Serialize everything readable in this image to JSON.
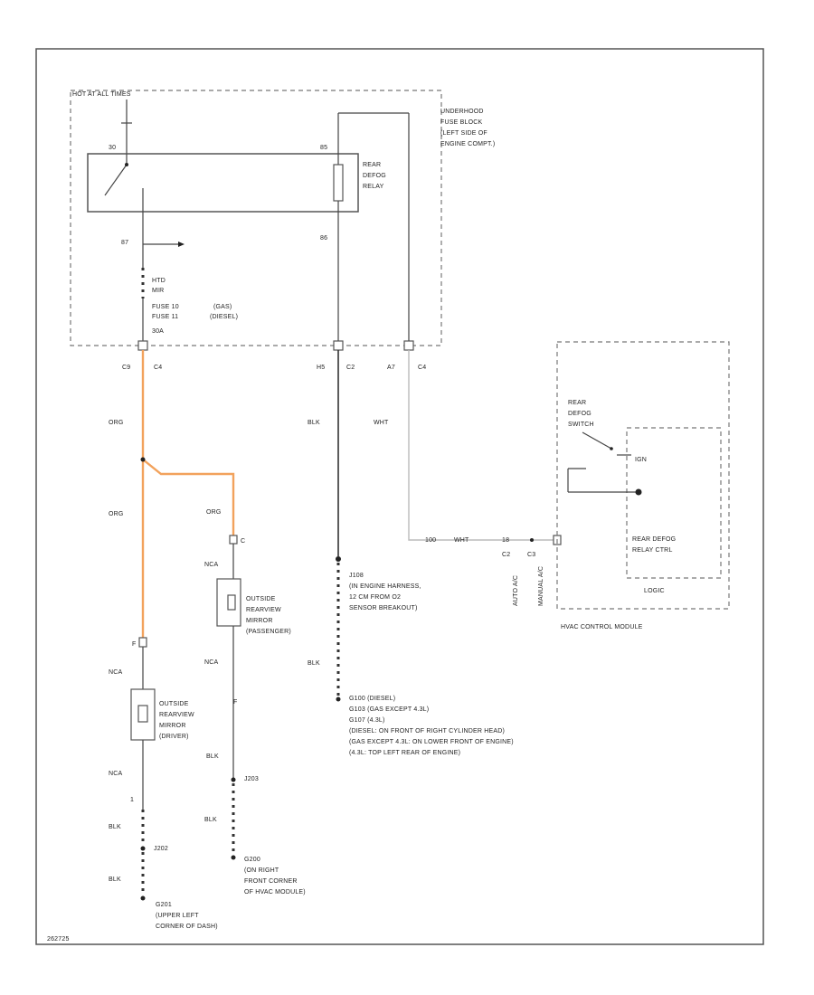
{
  "labels": {
    "hot_at_all_times": "HOT AT ALL TIMES",
    "fuse_block": [
      "UNDERHOOD",
      "FUSE BLOCK",
      "(LEFT SIDE OF",
      "ENGINE COMPT.)"
    ],
    "pin_30": "30",
    "pin_85": "85",
    "pin_87": "87",
    "pin_86": "86",
    "relay_name": [
      "REAR",
      "DEFOG",
      "RELAY"
    ],
    "fuse_lines": [
      "HTD",
      "MIR",
      "FUSE 10",
      "FUSE 11",
      "30A"
    ],
    "fuse_gas": "(GAS)",
    "fuse_diesel": "(DIESEL)",
    "conn_c4": [
      "C9",
      "C4"
    ],
    "conn_c2": [
      "H5",
      "C2"
    ],
    "conn_c4b": [
      "A7",
      "C4"
    ],
    "org_1": "ORG",
    "org_2": "ORG",
    "org_3": "ORG",
    "blk_1": "BLK",
    "wht_1": "WHT",
    "wht_row": [
      "100",
      "WHT",
      "18",
      "C2",
      "C3"
    ],
    "switch_name": [
      "REAR",
      "DEFOG",
      "SWITCH"
    ],
    "ign": "IGN",
    "relay_ctrl": [
      "REAR DEFOG",
      "RELAY CTRL"
    ],
    "logic": "LOGIC",
    "hvac_module": "HVAC CONTROL MODULE",
    "auto_ac": "AUTO A/C",
    "manual_ac": "MANUAL A/C",
    "j108": [
      "J108",
      "(IN ENGINE HARNESS,",
      "12 CM FROM O2",
      "SENSOR BREAKOUT)"
    ],
    "blk_2": "BLK",
    "ground_g100": [
      "G100 (DIESEL)",
      "G103 (GAS EXCEPT 4.3L)",
      "G107 (4.3L)",
      "(DIESEL: ON FRONT OF RIGHT CYLINDER HEAD)",
      "(GAS EXCEPT 4.3L: ON LOWER FRONT OF ENGINE)",
      "(4.3L: TOP LEFT REAR OF ENGINE)"
    ],
    "pass_pin_top": "C",
    "nca_1": "NCA",
    "mirror_pass": [
      "OUTSIDE",
      "REARVIEW",
      "MIRROR",
      "(PASSENGER)"
    ],
    "nca_2": "NCA",
    "pass_pin_bot": "F",
    "blk_3": "BLK",
    "j203": "J203",
    "blk_4": "BLK",
    "g200": [
      "G200",
      "(ON RIGHT",
      "FRONT CORNER",
      "OF HVAC MODULE)"
    ],
    "drv_pin_top": "F",
    "nca_3": "NCA",
    "mirror_drv": [
      "OUTSIDE",
      "REARVIEW",
      "MIRROR",
      "(DRIVER)"
    ],
    "nca_4": "NCA",
    "drv_pin_bot": "1",
    "blk_5": "BLK",
    "j202": "J202",
    "blk_6": "BLK",
    "g201": [
      "G201",
      "(UPPER LEFT",
      "CORNER OF DASH)"
    ],
    "figure_id": "262725"
  },
  "colors": {
    "orange_wire": "#f2a25c",
    "black_wire": "#333333",
    "white_wire": "#bbbbbb"
  }
}
